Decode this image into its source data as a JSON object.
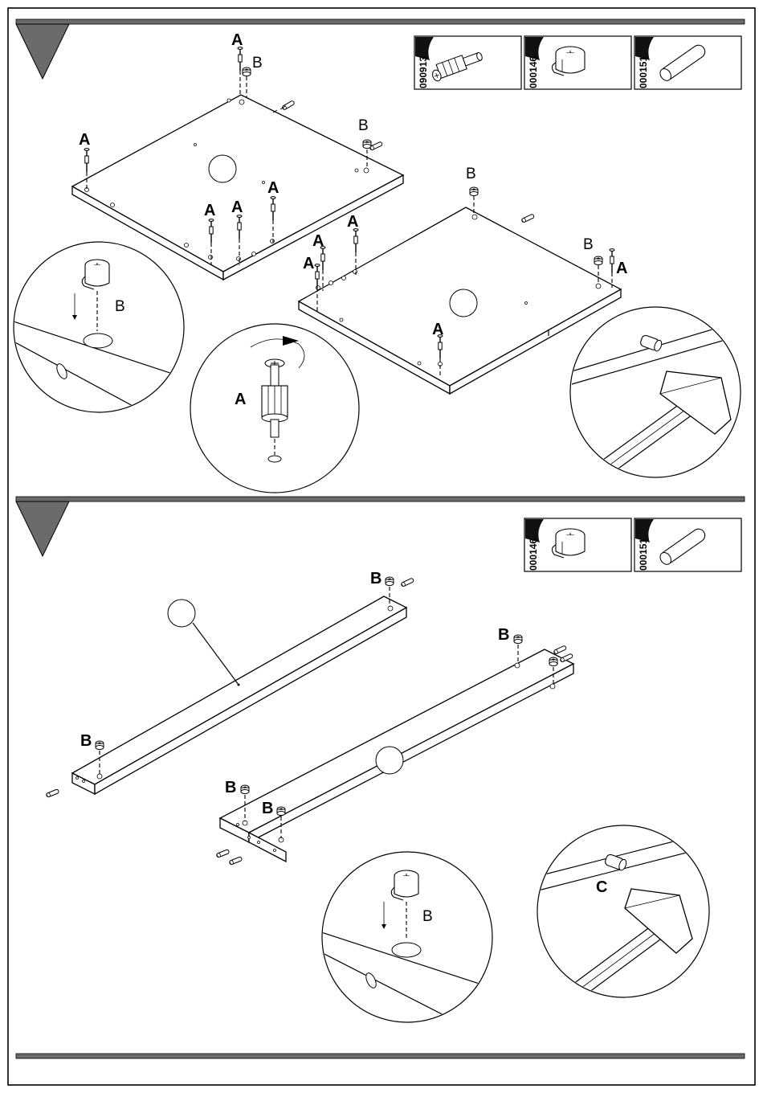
{
  "step1": {
    "parts": [
      {
        "code": "090913",
        "icon": "cam-bolt-icon"
      },
      {
        "code": "000146",
        "icon": "cam-lock-icon"
      },
      {
        "code": "000151",
        "icon": "wooden-dowel-icon"
      }
    ],
    "labels": {
      "a": "A",
      "b": "B"
    }
  },
  "step2": {
    "parts": [
      {
        "code": "000146",
        "icon": "cam-lock-icon"
      },
      {
        "code": "000151",
        "icon": "wooden-dowel-icon"
      }
    ],
    "labels": {
      "b": "B",
      "c": "C"
    }
  }
}
